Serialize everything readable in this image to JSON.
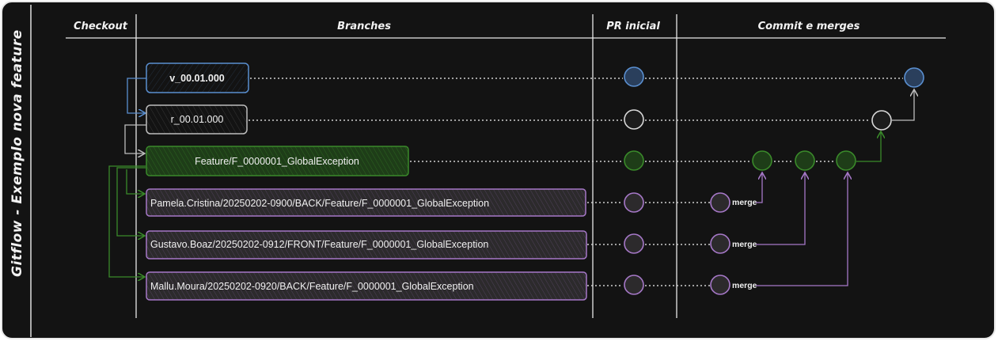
{
  "title": "Gitflow  -  Exemplo nova feature",
  "columns": {
    "checkout": "Checkout",
    "branches": "Branches",
    "pr": "PR inicial",
    "commits": "Commit e merges"
  },
  "branches": {
    "version": "v_00.01.000",
    "release": "r_00.01.000",
    "feature": "Feature/F_0000001_GlobalException",
    "dev1": "Pamela.Cristina/20250202-0900/BACK/Feature/F_0000001_GlobalException",
    "dev2": "Gustavo.Boaz/20250202-0912/FRONT/Feature/F_0000001_GlobalException",
    "dev3": "Mallu.Moura/20250202-0920/BACK/Feature/F_0000001_GlobalException"
  },
  "merge_label": "merge",
  "colors": {
    "version": "#5a8fd0",
    "release": "#bdbdbd",
    "feature": "#3a8a2a",
    "dev": "#a678c8",
    "background": "#131313",
    "text": "#f0f0f0"
  }
}
